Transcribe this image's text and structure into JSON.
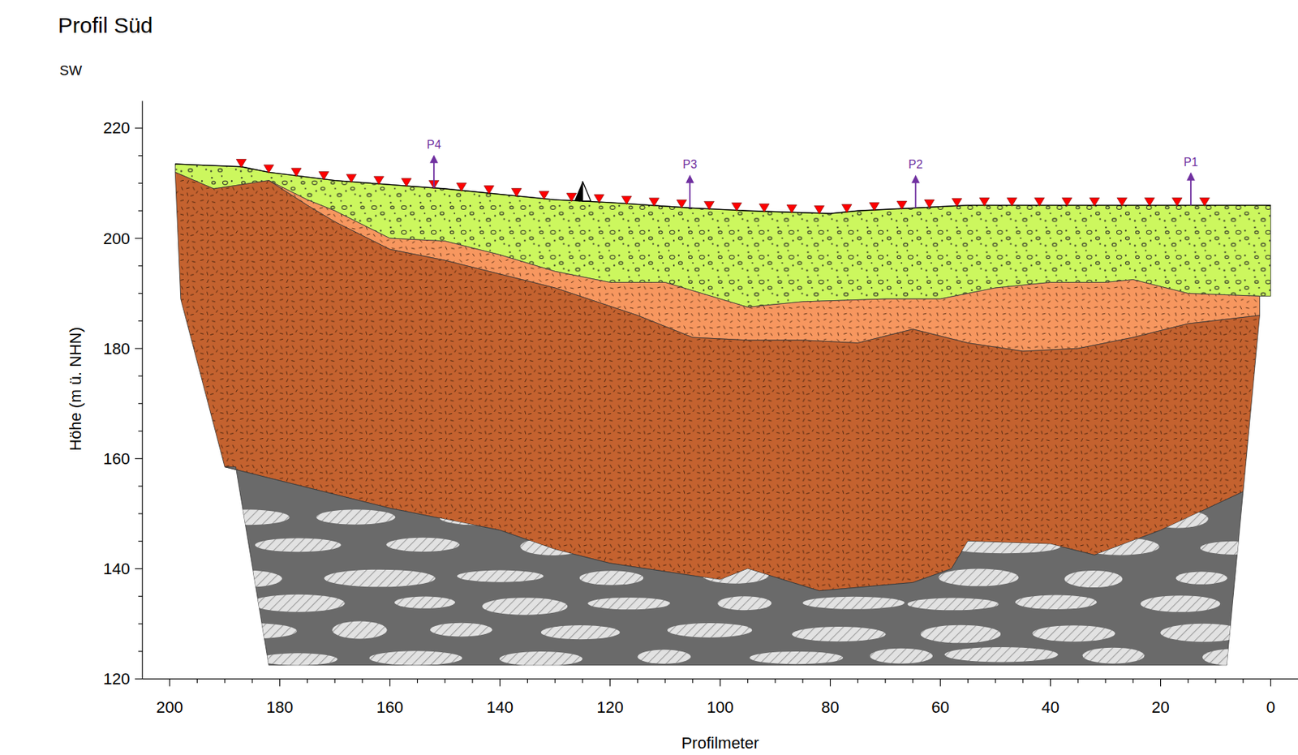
{
  "diagram": {
    "title": "Profil Süd",
    "labels": [
      "SW",
      "220",
      "200",
      "180",
      "160",
      "140",
      "120",
      "Höhe (m ü. NHN)",
      "P4",
      "P3",
      "P2",
      "P1",
      "200",
      "180",
      "160",
      "140",
      "120",
      "100",
      "80",
      "60",
      "40",
      "20",
      "0",
      "Profilmeter"
    ]
  }
}
